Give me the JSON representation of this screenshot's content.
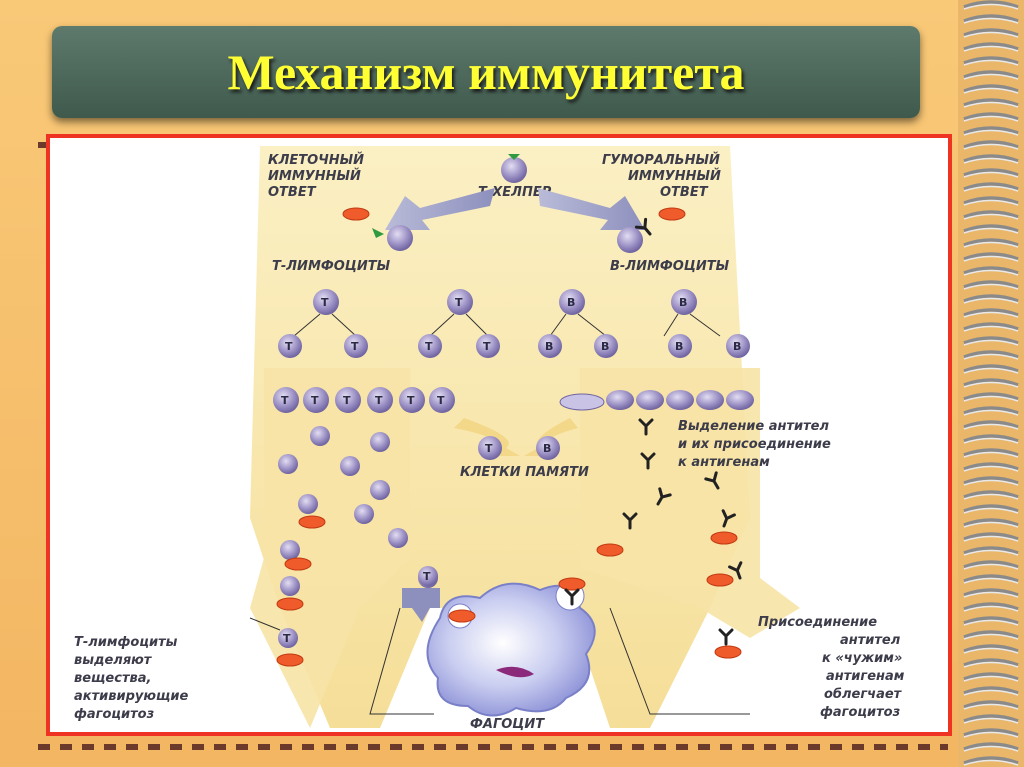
{
  "title": "Механизм иммунитета",
  "diagram": {
    "cellular_response": [
      "КЛЕТОЧНЫЙ",
      "ИММУННЫЙ",
      "ОТВЕТ"
    ],
    "humoral_response": [
      "ГУМОРАЛЬНЫЙ",
      "ИММУННЫЙ",
      "ОТВЕТ"
    ],
    "t_helper": "Т-ХЕЛПЕР",
    "t_lymphocytes": "Т-ЛИМФОЦИТЫ",
    "b_lymphocytes": "В-ЛИМФОЦИТЫ",
    "memory_cells": "КЛЕТКИ ПАМЯТИ",
    "antibody_release": [
      "Выделение антител",
      "и их присоединение",
      "к антигенам"
    ],
    "t_action": [
      "Т-лимфоциты",
      "выделяют",
      "вещества,",
      "активирующие",
      "фагоцитоз"
    ],
    "antibody_attach": [
      "Присоединение",
      "антител",
      "к «чужим»",
      "антигенам",
      "облегчает",
      "фагоцитоз"
    ],
    "phagocyte": "ФАГОЦИТ",
    "t_cell_letter": "Т",
    "b_cell_letter": "В"
  },
  "colors": {
    "title_text": "#ffff33",
    "frame": "#ee3322",
    "title_bg": "#4d6a5c"
  }
}
